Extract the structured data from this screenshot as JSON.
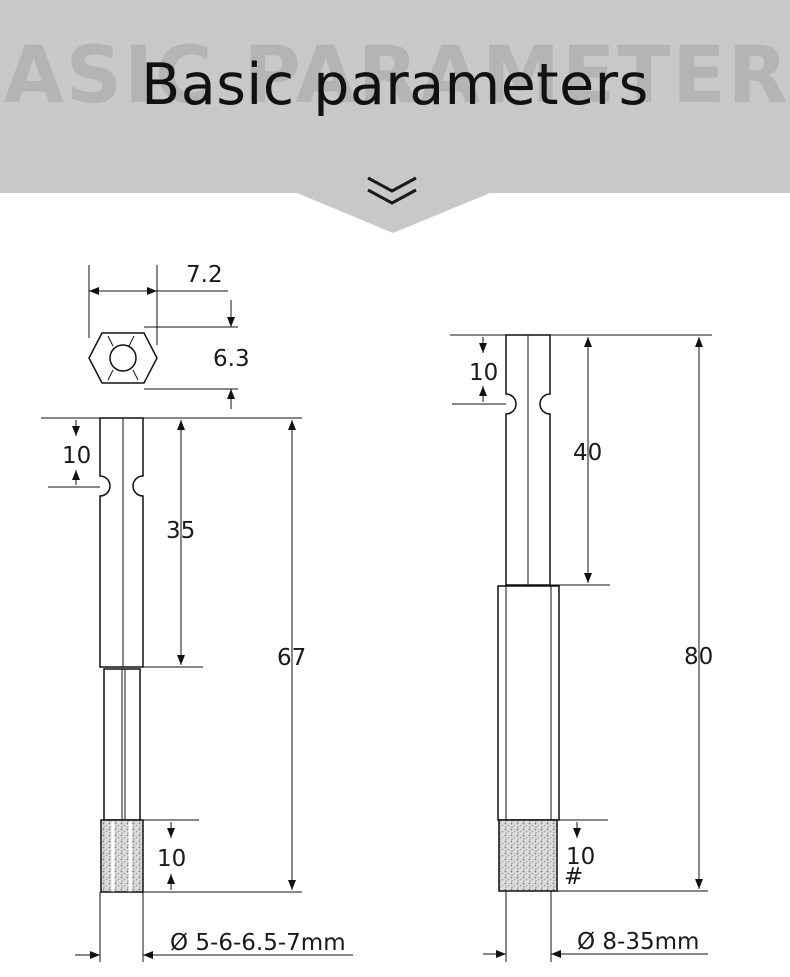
{
  "banner": {
    "title": "Basic parameters",
    "watermark": "BASIC PARAMETERS",
    "background_color": "#c8c8c8",
    "icon": "double-chevron-down-icon"
  },
  "left_bit": {
    "hex_width": "7.2",
    "hex_height": "6.3",
    "groove_offset": "10",
    "shank_length": "35",
    "total_length": "67",
    "tip_length": "10",
    "diameter_label": "Ø 5-6-6.5-7mm"
  },
  "right_bit": {
    "groove_offset": "10",
    "shank_length": "40",
    "total_length": "80",
    "tip_length": "10",
    "diameter_label": "Ø 8-35mm",
    "tip_mark": "#"
  }
}
